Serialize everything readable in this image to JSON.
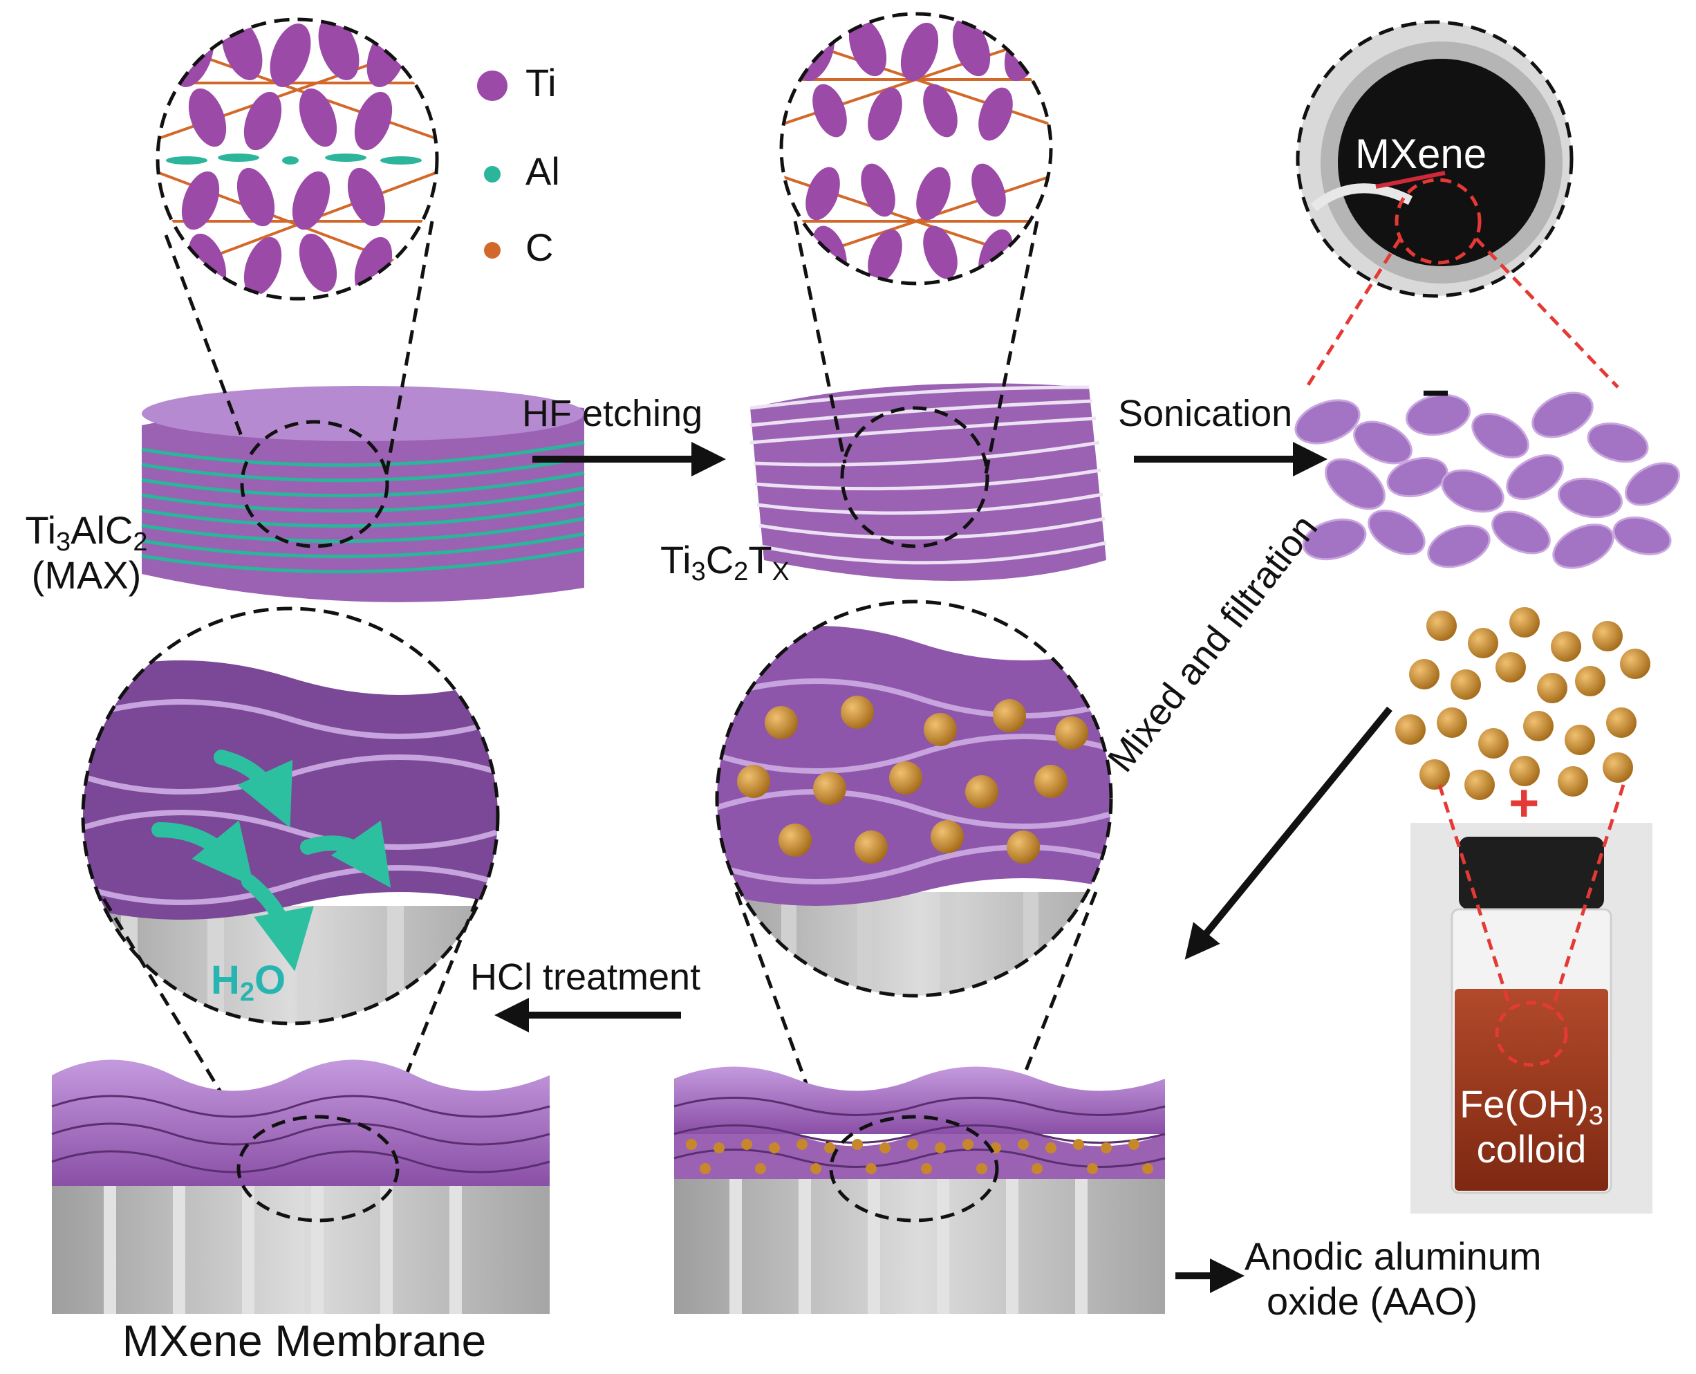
{
  "legend": {
    "items": [
      {
        "label": "Ti",
        "color": "#9b4aa8"
      },
      {
        "label": "Al",
        "color": "#2bb59a"
      },
      {
        "label": "C",
        "color": "#d2692a"
      }
    ]
  },
  "labels": {
    "max_formula": {
      "a": "Ti",
      "s1": "3",
      "b": "AlC",
      "s2": "2"
    },
    "max_name": "(MAX)",
    "mxene_formula": {
      "a": "Ti",
      "s1": "3",
      "b": "C",
      "s2": "2",
      "c": "T",
      "s3": "X"
    },
    "mxene_photo": "MXene",
    "negative_sign": "−",
    "positive_sign": "+",
    "colloid_formula": {
      "a": "Fe(OH)",
      "s1": "3"
    },
    "colloid_name": "colloid",
    "water": {
      "a": "H",
      "s1": "2",
      "b": "O"
    },
    "membrane": "MXene Membrane",
    "aao_line1": "Anodic aluminum",
    "aao_line2": "oxide (AAO)"
  },
  "steps": {
    "hf_etching": "HF etching",
    "sonication": "Sonication",
    "mixed_filtration": "Mixed and filtration",
    "hcl_treatment": "HCl treatment"
  },
  "colors": {
    "purple": "#9b62b4",
    "purple_light": "#b68ad0",
    "teal_line": "#2bb59a",
    "carbon": "#d2692a",
    "fe_ball": "#c7882b",
    "red_dash": "#e53935",
    "aao_gray": "#b8b8b8",
    "arrow": "#111111",
    "water_arrow": "#2cc0a0"
  }
}
